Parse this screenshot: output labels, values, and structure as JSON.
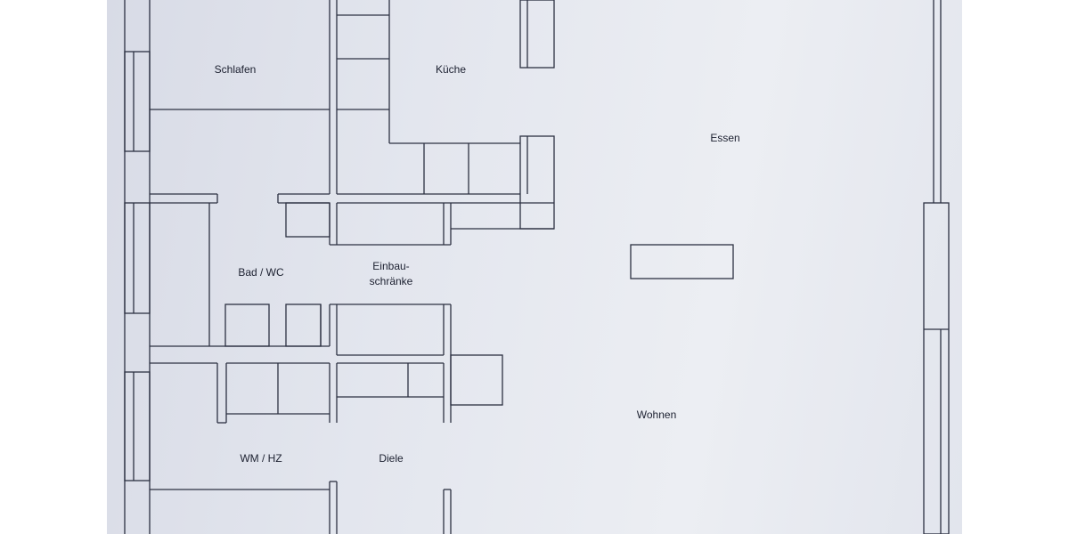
{
  "plan": {
    "rooms": {
      "schlafen": "Schlafen",
      "kueche": "Küche",
      "essen": "Essen",
      "bad_wc": "Bad / WC",
      "einbau_line1": "Einbau-",
      "einbau_line2": "schränke",
      "wohnen": "Wohnen",
      "wm_hz": "WM / HZ",
      "diele": "Diele"
    },
    "colors": {
      "paper": "#e6e8ef",
      "ink": "#2c3142",
      "margin": "#ffffff"
    }
  }
}
